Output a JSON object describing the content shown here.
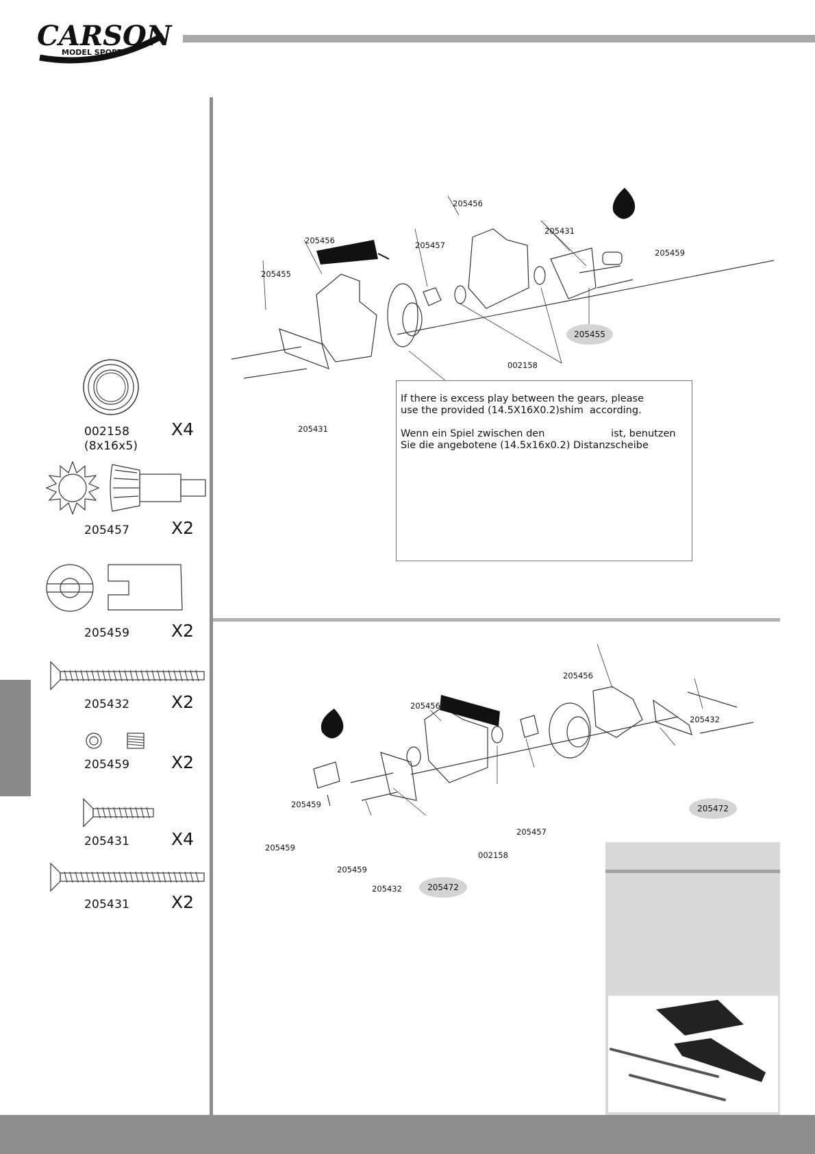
{
  "brand": {
    "logo_text": "CARSON",
    "logo_subtext": "MODEL SPORT"
  },
  "parts_list": [
    {
      "number": "002158",
      "spec": "(8x16x5)",
      "qty": "X4",
      "icon": "bearing-icon"
    },
    {
      "number": "205457",
      "qty": "X2",
      "icon": "bevel-gear-set-icon"
    },
    {
      "number": "205459",
      "qty": "X2",
      "icon": "outdrive-cup-icon"
    },
    {
      "number": "205432",
      "qty": "X2",
      "icon": "long-screw-icon"
    },
    {
      "number": "205459",
      "qty": "X2",
      "icon": "set-screw-icon"
    },
    {
      "number": "205431",
      "qty": "X4",
      "icon": "short-screw-icon"
    },
    {
      "number": "205431",
      "qty": "X2",
      "icon": "long-screw-icon"
    }
  ],
  "step1": {
    "labels": [
      "205456",
      "205456",
      "205457",
      "205431",
      "205459",
      "205455",
      "002158",
      "205431"
    ],
    "highlight": "205455",
    "note_en": "If there is excess play between the gears, please\nuse the provided (14.5X16X0.2)shim  according.",
    "note_de": "Wenn ein Spiel zwischen den                     ist, benutzen\nSie die angebotene (14.5x16x0.2) Distanzscheibe"
  },
  "step2": {
    "labels": [
      "205456",
      "205456",
      "205432",
      "205459",
      "205459",
      "205459",
      "205432",
      "002158",
      "205457"
    ],
    "highlights": [
      "205472",
      "205472"
    ]
  },
  "colors": {
    "bar": "#a9a9a9",
    "rule": "#8c8c8c",
    "footer": "#8e8e8e",
    "oval": "#d4d4d4"
  }
}
